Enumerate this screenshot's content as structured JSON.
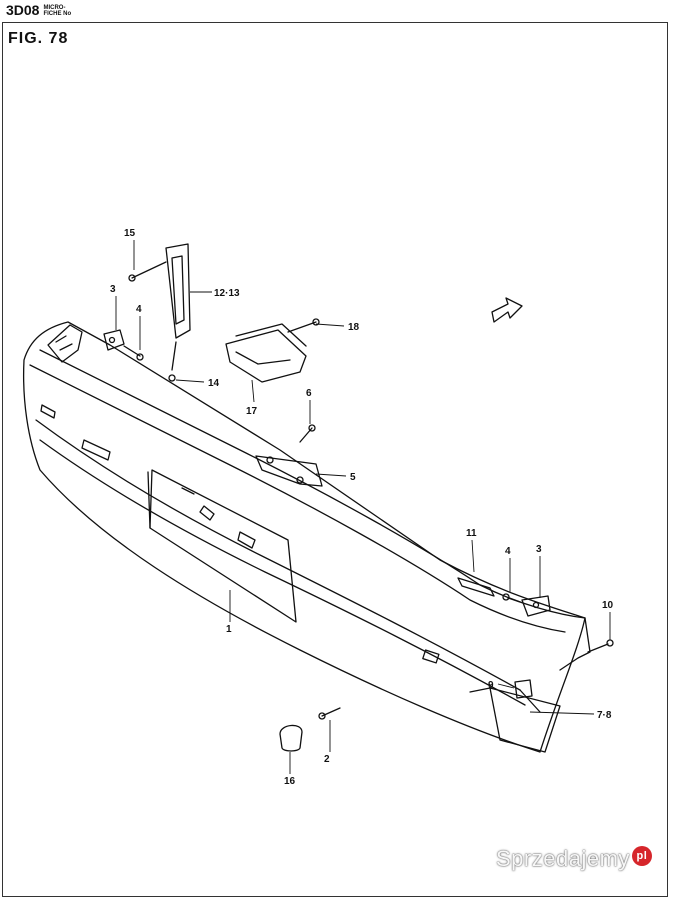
{
  "header": {
    "code": "3D08",
    "micro_line1": "MICRO-",
    "micro_line2": "FICHE No"
  },
  "figure": {
    "title": "FIG.  78"
  },
  "callouts": {
    "p15": "15",
    "p12_13": "12·13",
    "p3a": "3",
    "p4a": "4",
    "p18": "18",
    "p14": "14",
    "p17": "17",
    "p6": "6",
    "p5": "5",
    "p11": "11",
    "p4b": "4",
    "p3b": "3",
    "p10": "10",
    "p1": "1",
    "p9": "9",
    "p7_8": "7·8",
    "p2": "2",
    "p16": "16"
  },
  "watermark": {
    "text": "Sprzedajemy",
    "badge": "pl"
  },
  "colors": {
    "ink": "#111111",
    "frame": "#333333",
    "watermark_badge": "#d6262b"
  }
}
